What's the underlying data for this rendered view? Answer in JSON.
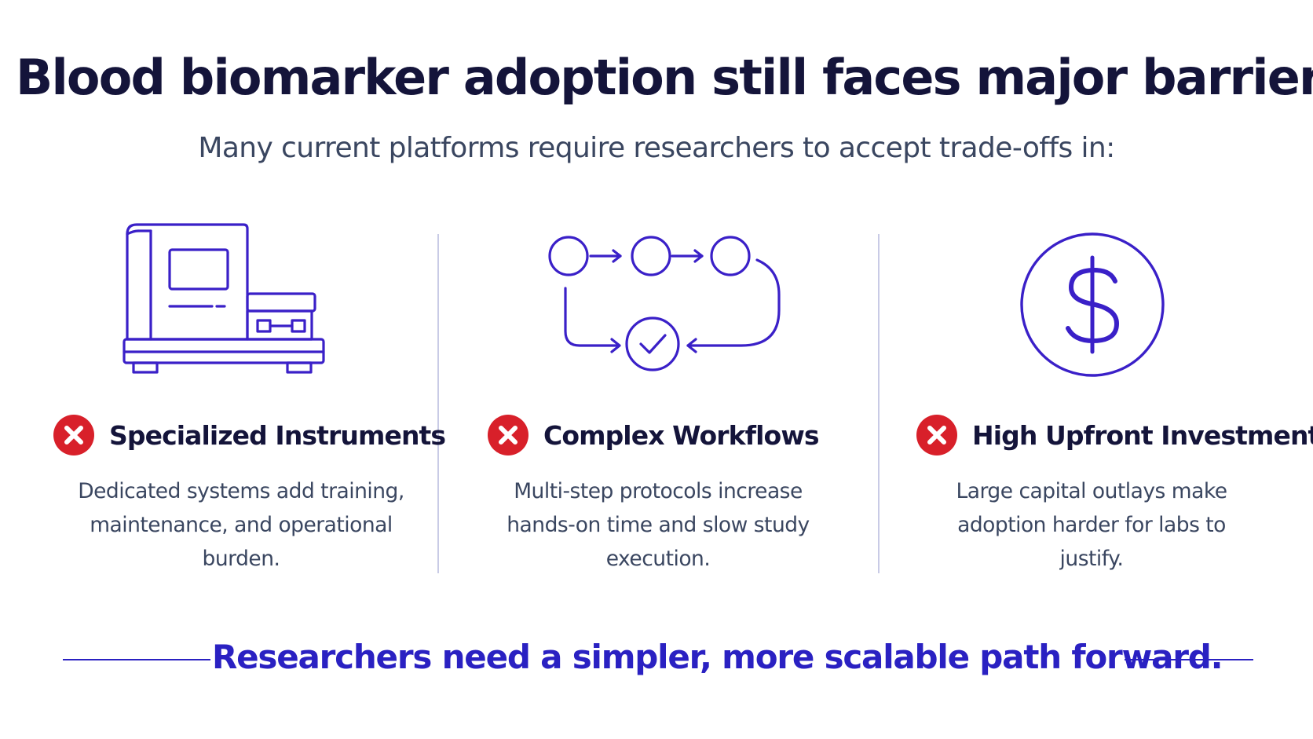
{
  "headline": "Blood biomarker adoption still faces major barriers.",
  "subhead": "Many current platforms require researchers to accept trade-offs in:",
  "columns": [
    {
      "icon": "lab-instrument-icon",
      "status_icon": "x-circle-icon",
      "title": "Specialized Instruments",
      "description": "Dedicated systems add training, maintenance, and operational burden."
    },
    {
      "icon": "workflow-cycle-icon",
      "status_icon": "x-circle-icon",
      "title": "Complex Workflows",
      "description": "Multi-step protocols increase hands-on time and slow study execution."
    },
    {
      "icon": "dollar-coin-icon",
      "status_icon": "x-circle-icon",
      "title": "High Upfront Investment",
      "description": "Large capital outlays make adoption harder for labs to justify."
    }
  ],
  "tagline": "Researchers need a simpler, more scalable path forward.",
  "colors": {
    "heading": "#14143a",
    "body_text": "#3a4660",
    "accent": "#2a21c2",
    "icon_stroke": "#3a20c8",
    "negative_badge": "#d8202a",
    "divider": "#c9cbe6"
  }
}
